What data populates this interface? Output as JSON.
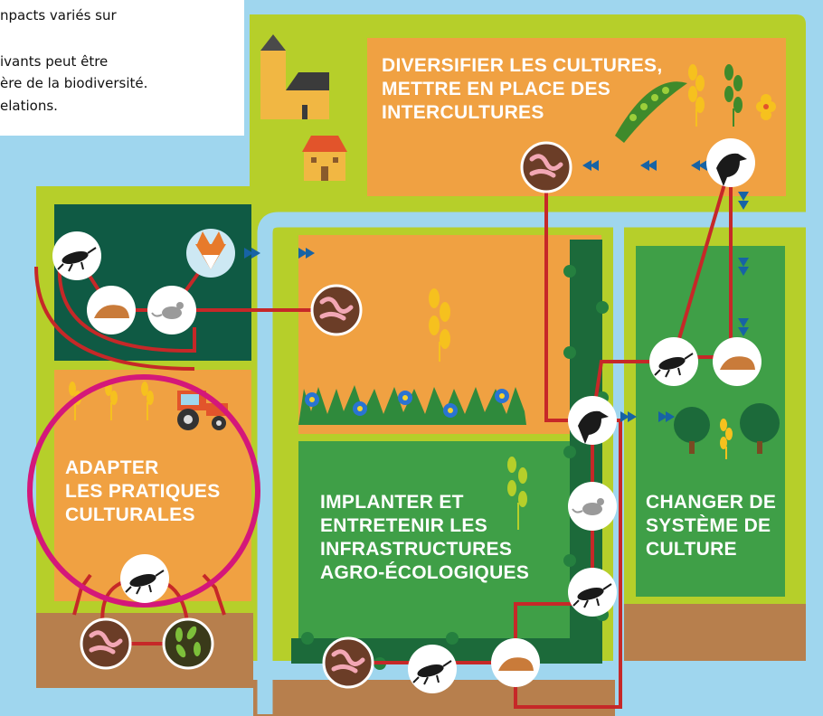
{
  "intro_lines": [
    "npacts  variés  sur",
    "ivants  peut  être",
    "ère de la biodiversité.",
    "elations."
  ],
  "labels": {
    "diversifier": [
      "DIVERSIFIER LES CULTURES,",
      "METTRE EN PLACE DES",
      "INTERCULTURES"
    ],
    "adapter": [
      "ADAPTER",
      "LES PRATIQUES",
      "CULTURALES"
    ],
    "implanter": [
      "IMPLANTER ET",
      "ENTRETENIR LES",
      "INFRASTRUCTURES",
      "AGRO-ÉCOLOGIQUES"
    ],
    "changer": [
      "CHANGER DE",
      "SYSTÈME DE",
      "CULTURE"
    ]
  },
  "colors": {
    "sky": "#9fd6ee",
    "grass": "#b6cf2a",
    "field_orange": "#f0a142",
    "dark_green": "#0f5a44",
    "mid_green": "#3f9f47",
    "hedge": "#1c6a3a",
    "soil": "#b77f4d",
    "link_red": "#c62828",
    "highlight_magenta": "#d4177a",
    "arrow_blue": "#1763a5"
  },
  "icons": [
    "earthworm-icon",
    "beetle-icon",
    "slug-icon",
    "mouse-icon",
    "fox-icon",
    "crow-icon",
    "bacteria-icon",
    "tractor-icon",
    "wheat-icon",
    "pea-pod-icon",
    "flower-icon",
    "tree-icon",
    "farm-building-icon",
    "house-icon"
  ]
}
